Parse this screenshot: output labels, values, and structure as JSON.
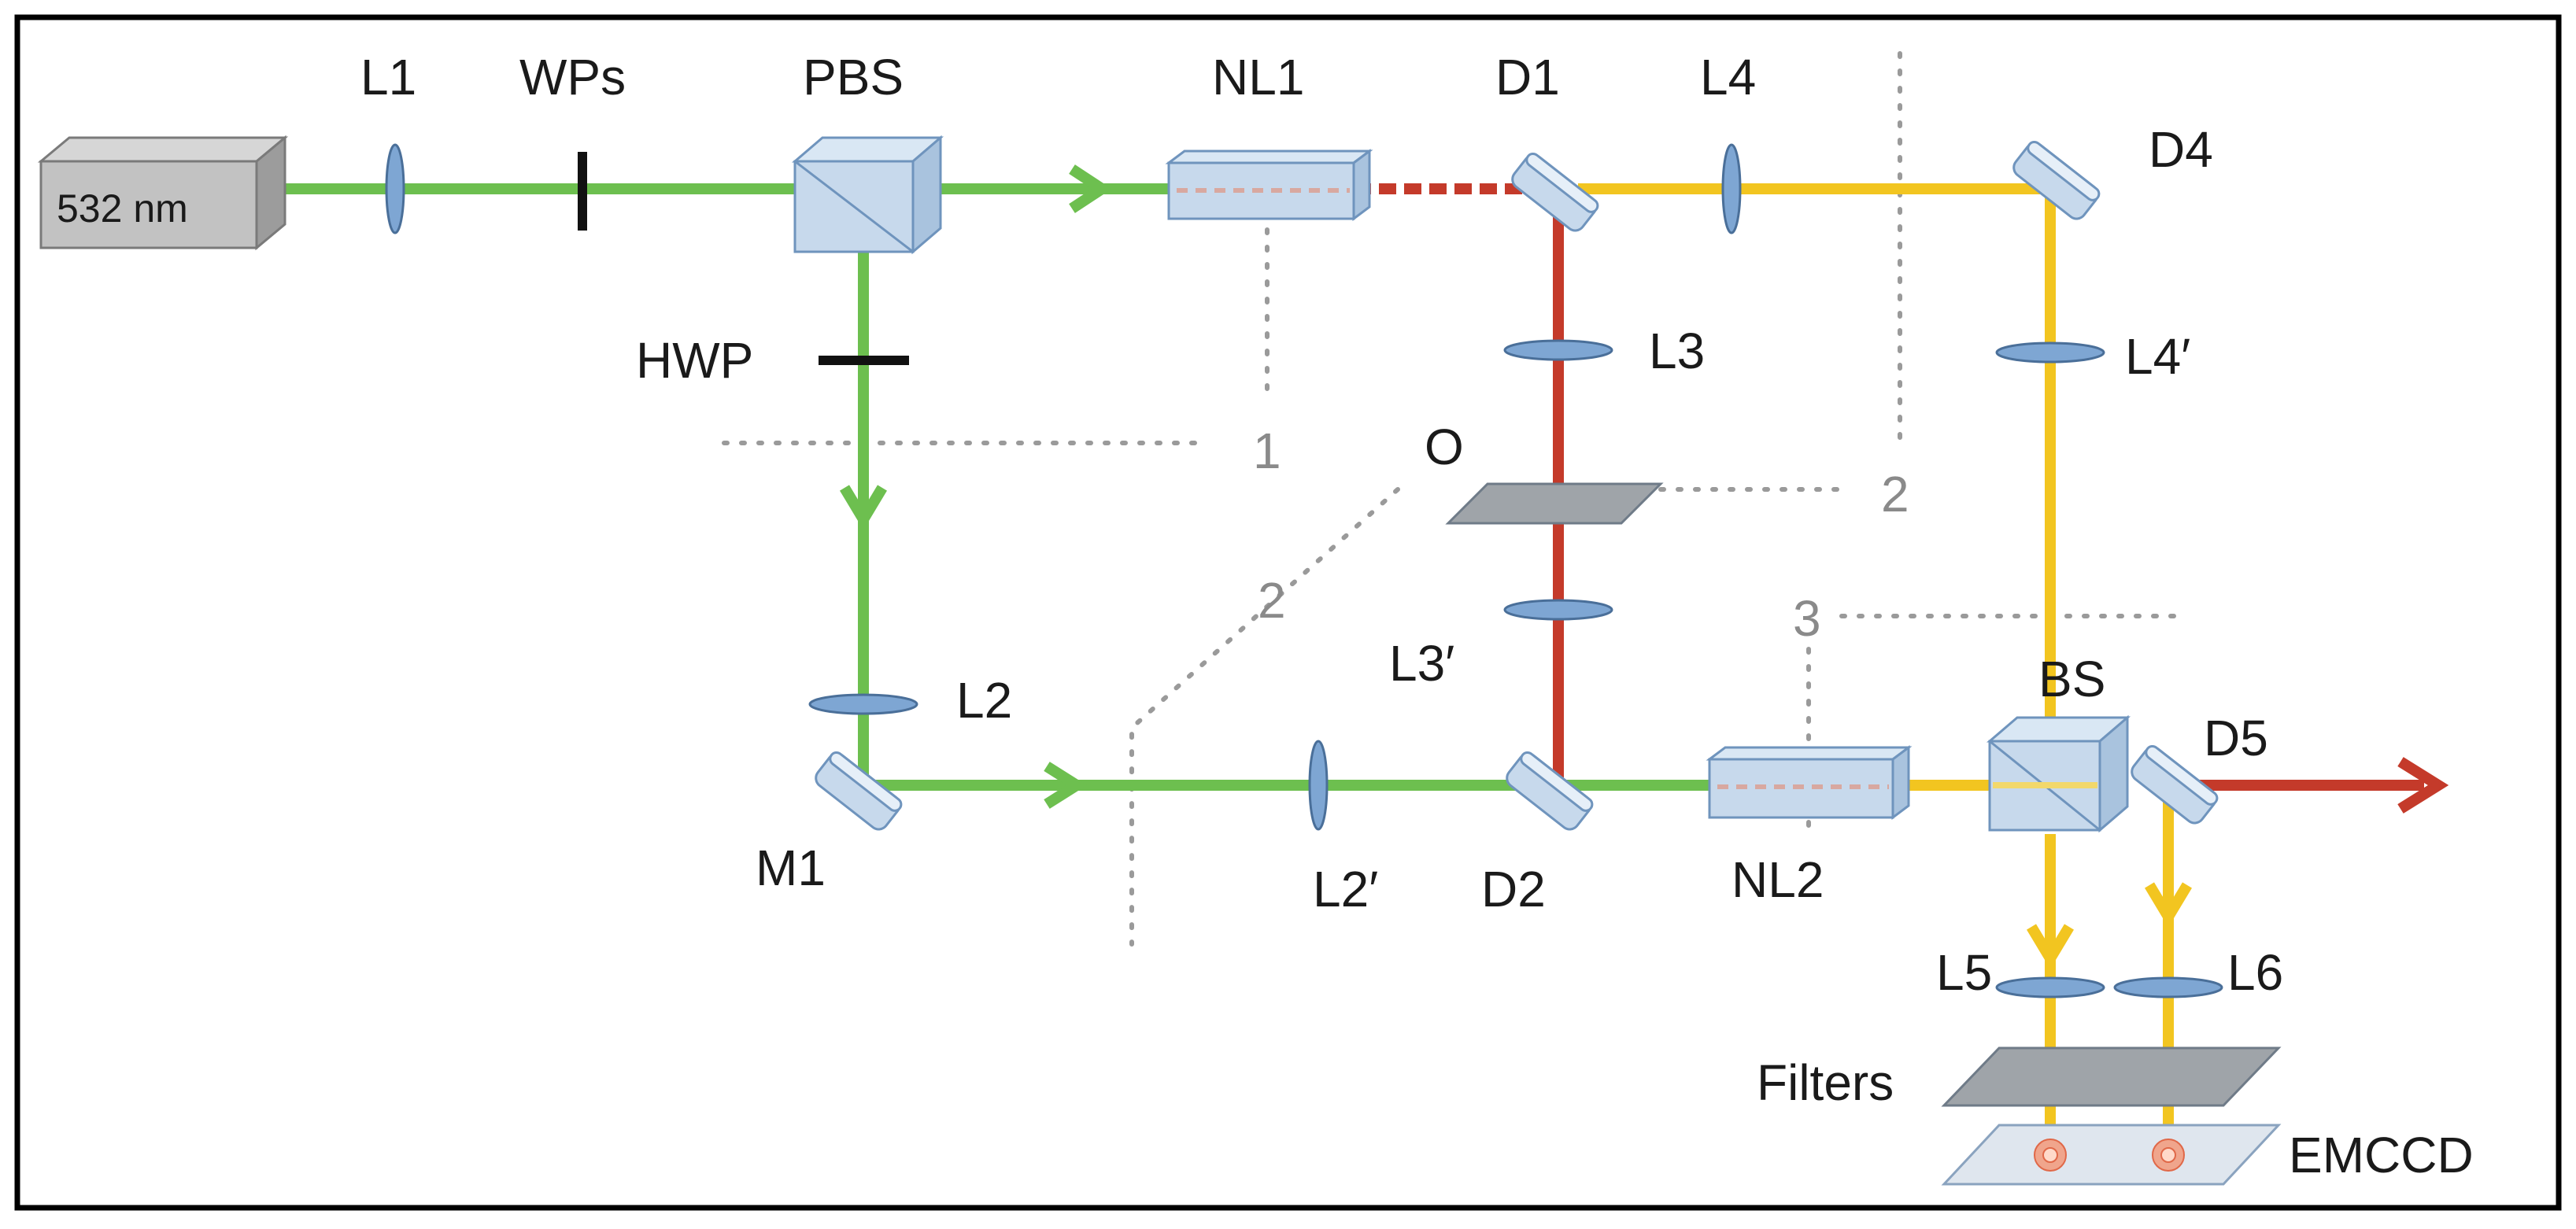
{
  "labels": {
    "laser": "532 nm",
    "L1": "L1",
    "WPs": "WPs",
    "PBS": "PBS",
    "NL1": "NL1",
    "D1": "D1",
    "L4": "L4",
    "D4": "D4",
    "HWP": "HWP",
    "L3": "L3",
    "L4p": "L4′",
    "O": "O",
    "L3p": "L3′",
    "L2": "L2",
    "M1": "M1",
    "L2p": "L2′",
    "D2": "D2",
    "NL2": "NL2",
    "BS": "BS",
    "D5": "D5",
    "L5": "L5",
    "L6": "L6",
    "Filters": "Filters",
    "EMCCD": "EMCCD"
  },
  "plane_numbers": {
    "p1": "1",
    "p2a": "2",
    "p2b": "2",
    "p3": "3"
  },
  "colors": {
    "green": "#6dbf4f",
    "yellow": "#f2c520",
    "red": "#c43a2a",
    "optic": "#7ea6d3",
    "optic_edge": "#4a6f99",
    "glass": "#c7d9ec",
    "dotted": "#9a9a9a",
    "box": "#bdbdbd"
  }
}
